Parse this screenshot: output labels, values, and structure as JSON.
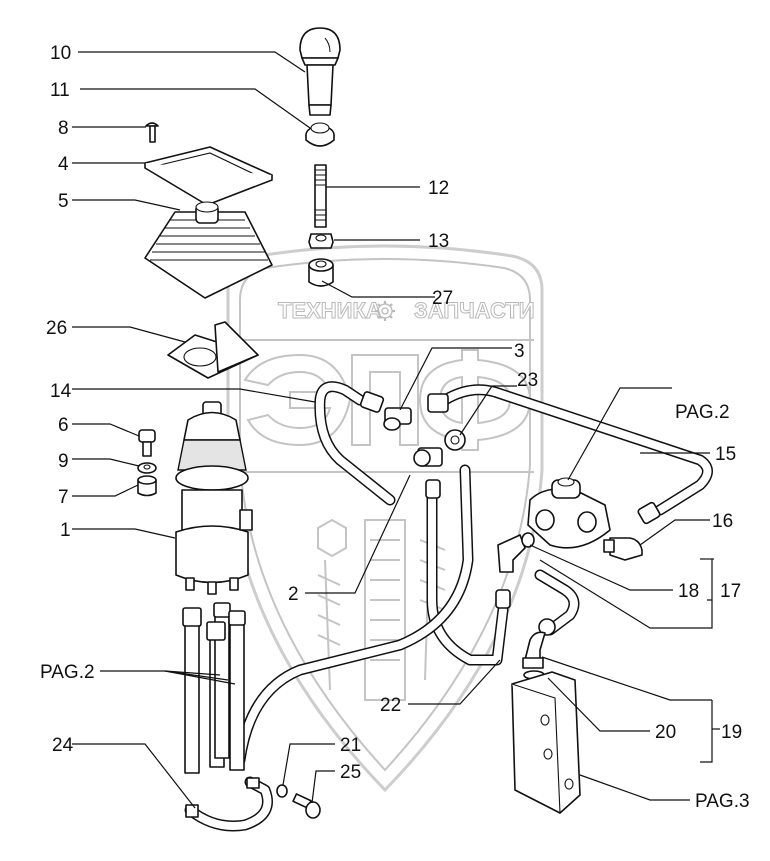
{
  "watermark": {
    "brand_left": "ТЕХНИКА",
    "brand_right": "ЗАПЧАСТИ",
    "logo_letters": "ЭПФ",
    "gear_icon": "gear-icon"
  },
  "callouts": [
    {
      "id": "callout-10",
      "text": "10"
    },
    {
      "id": "callout-11",
      "text": "11"
    },
    {
      "id": "callout-8",
      "text": "8"
    },
    {
      "id": "callout-4",
      "text": "4"
    },
    {
      "id": "callout-5",
      "text": "5"
    },
    {
      "id": "callout-12",
      "text": "12"
    },
    {
      "id": "callout-13",
      "text": "13"
    },
    {
      "id": "callout-27",
      "text": "27"
    },
    {
      "id": "callout-26",
      "text": "26"
    },
    {
      "id": "callout-3",
      "text": "3"
    },
    {
      "id": "callout-23",
      "text": "23"
    },
    {
      "id": "callout-14",
      "text": "14"
    },
    {
      "id": "callout-6",
      "text": "6"
    },
    {
      "id": "callout-9",
      "text": "9"
    },
    {
      "id": "callout-7",
      "text": "7"
    },
    {
      "id": "callout-1",
      "text": "1"
    },
    {
      "id": "callout-2",
      "text": "2"
    },
    {
      "id": "callout-pag2-top",
      "text": "PAG.2"
    },
    {
      "id": "callout-15",
      "text": "15"
    },
    {
      "id": "callout-16",
      "text": "16"
    },
    {
      "id": "callout-18",
      "text": "18"
    },
    {
      "id": "callout-17",
      "text": "17"
    },
    {
      "id": "callout-pag2-left",
      "text": "PAG.2"
    },
    {
      "id": "callout-22",
      "text": "22"
    },
    {
      "id": "callout-24",
      "text": "24"
    },
    {
      "id": "callout-21",
      "text": "21"
    },
    {
      "id": "callout-25",
      "text": "25"
    },
    {
      "id": "callout-20",
      "text": "20"
    },
    {
      "id": "callout-19",
      "text": "19"
    },
    {
      "id": "callout-pag3",
      "text": "PAG.3"
    }
  ]
}
